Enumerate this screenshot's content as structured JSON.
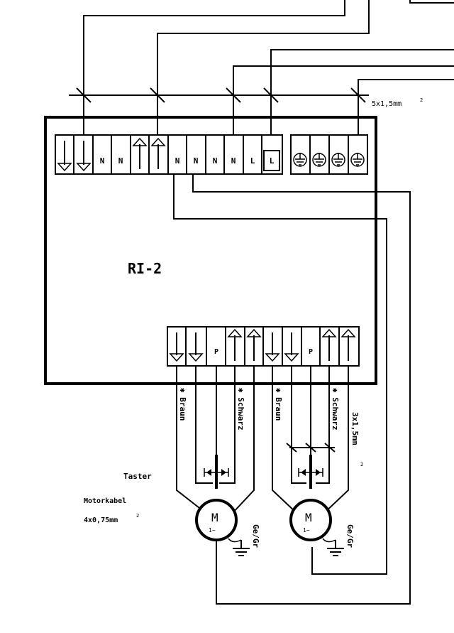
{
  "device_label": "RI-2",
  "top_terminals": [
    "N",
    "N",
    "N",
    "N",
    "N",
    "N",
    "L",
    "L"
  ],
  "bottom_terminals": [
    "P",
    "P"
  ],
  "cable_main": "5x1,5mm",
  "cable_main_sup": "2",
  "cable_switch": "3x1,5mm",
  "cable_switch_sup": "2",
  "wire_colors": [
    "Braun",
    "Schwarz",
    "Braun",
    "Schwarz"
  ],
  "motor_label": "M",
  "motor_sub": "1~",
  "ground_label": "Ge/Gr",
  "taster_label": "Taster",
  "motorkabel_label": "Motorkabel",
  "motorkabel_size": "4x0,75mm",
  "motorkabel_sup": "2"
}
